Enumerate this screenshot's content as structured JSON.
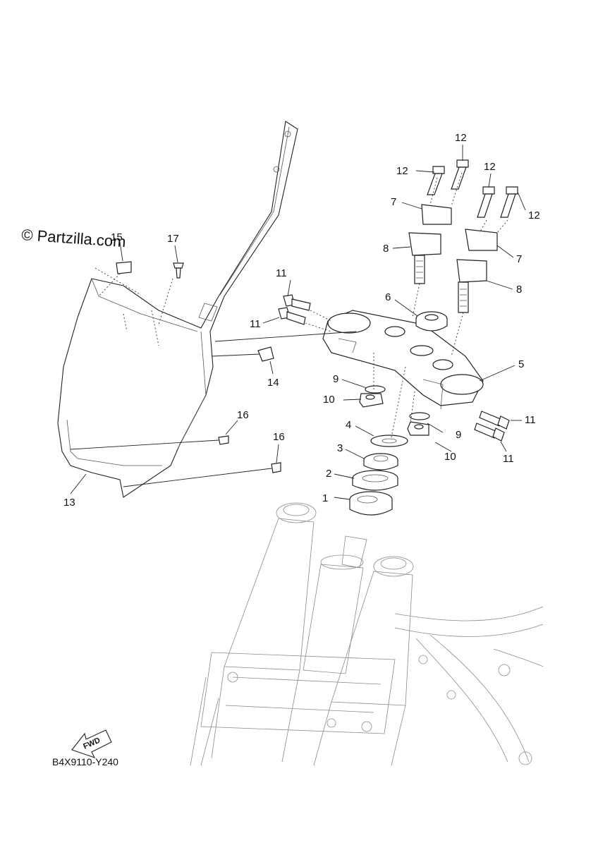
{
  "watermark": "© Partzilla.com",
  "diagram_code": "B4X9110-Y240",
  "fwd_label": "FWD",
  "callouts": {
    "c1": "1",
    "c2": "2",
    "c3": "3",
    "c4": "4",
    "c5": "5",
    "c6": "6",
    "c7a": "7",
    "c7b": "7",
    "c8a": "8",
    "c8b": "8",
    "c9a": "9",
    "c9b": "9",
    "c10a": "10",
    "c10b": "10",
    "c11a": "11",
    "c11b": "11",
    "c11c": "11",
    "c11d": "11",
    "c12a": "12",
    "c12b": "12",
    "c12c": "12",
    "c12d": "12",
    "c13": "13",
    "c14": "14",
    "c15": "15",
    "c16a": "16",
    "c16b": "16",
    "c17": "17"
  }
}
